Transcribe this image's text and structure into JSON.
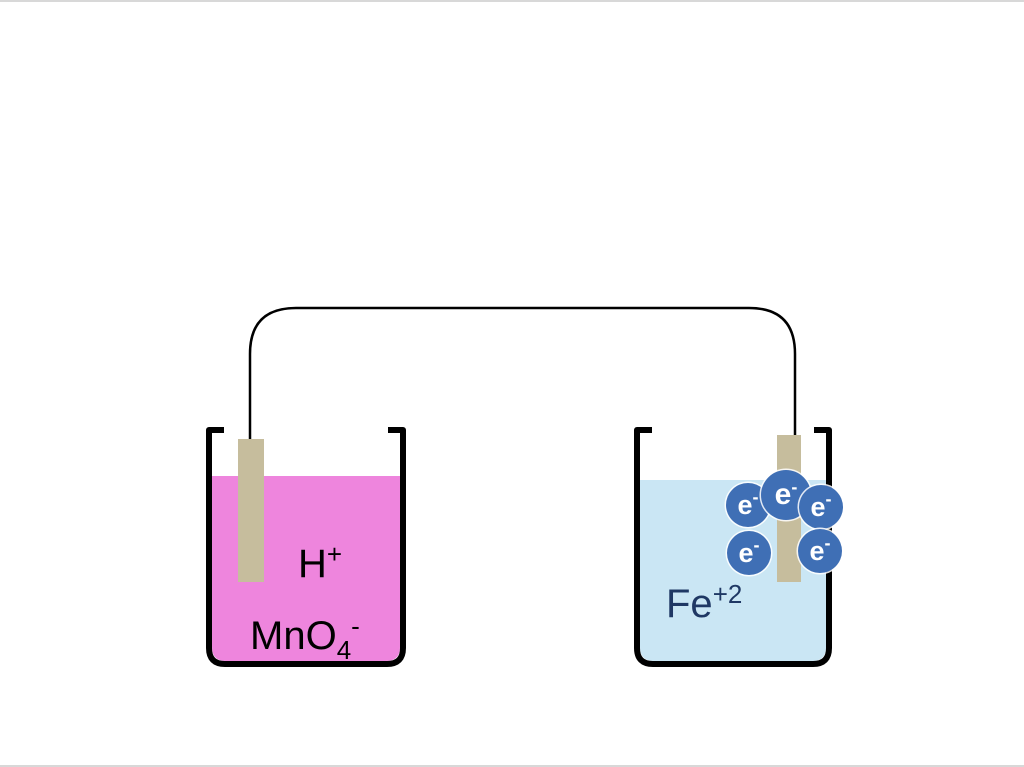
{
  "labels": {
    "h_ion": {
      "base": "H",
      "sup": "+"
    },
    "permanganate": {
      "base": "MnO",
      "sub": "4",
      "sup": "-"
    },
    "iron": {
      "base": "Fe",
      "sup": "+2"
    },
    "electron": {
      "base": "e",
      "sup": "-"
    }
  },
  "electron_count": 5,
  "colors": {
    "background": "#ffffff",
    "frame_border": "#d8d8d8",
    "left_solution": "#ee85dd",
    "right_solution": "#cae6f4",
    "electrode": "#c6bd9d",
    "electron": "#3f6fb5",
    "electron_text": "#ffffff",
    "wire": "#000000",
    "beaker_outline": "#000000",
    "ion_label": "#000000",
    "iron_label": "#1f3864"
  }
}
